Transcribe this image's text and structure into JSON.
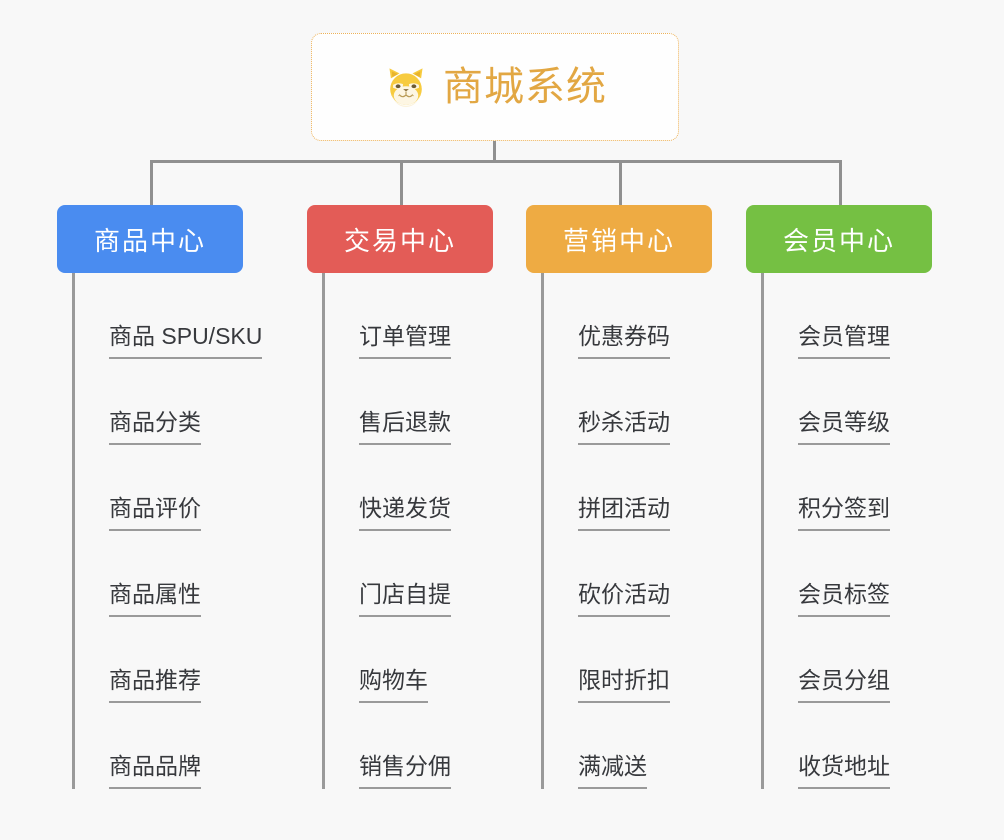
{
  "root": {
    "title": "商城系统",
    "icon": "shiba-dog-face-icon",
    "title_color": "#e2a743",
    "border_color": "#edb259"
  },
  "connector_color": "#909090",
  "columns": [
    {
      "id": "product-center",
      "header": "商品中心",
      "color": "#4a8cf0",
      "items": [
        "商品 SPU/SKU",
        "商品分类",
        "商品评价",
        "商品属性",
        "商品推荐",
        "商品品牌"
      ]
    },
    {
      "id": "trade-center",
      "header": "交易中心",
      "color": "#e35c57",
      "items": [
        "订单管理",
        "售后退款",
        "快递发货",
        "门店自提",
        "购物车",
        "销售分佣"
      ]
    },
    {
      "id": "marketing-center",
      "header": "营销中心",
      "color": "#eeab43",
      "items": [
        "优惠券码",
        "秒杀活动",
        "拼团活动",
        "砍价活动",
        "限时折扣",
        "满减送"
      ]
    },
    {
      "id": "member-center",
      "header": "会员中心",
      "color": "#75c043",
      "items": [
        "会员管理",
        "会员等级",
        "积分签到",
        "会员标签",
        "会员分组",
        "收货地址"
      ]
    }
  ]
}
